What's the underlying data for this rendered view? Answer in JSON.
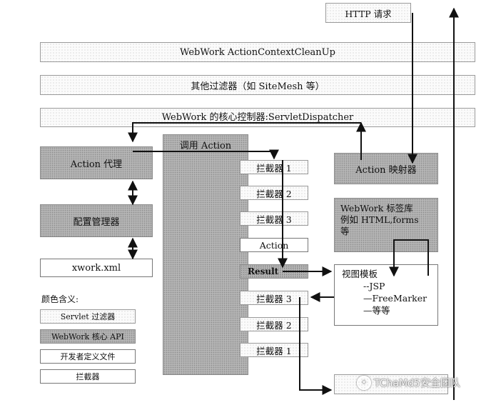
{
  "http_request": "HTTP 请求",
  "layers": {
    "cleanup": "WebWork ActionContextCleanUp",
    "other_filters": "其他过滤器（如 SiteMesh 等）",
    "dispatcher": "WebWork 的核心控制器:ServletDispatcher"
  },
  "left": {
    "action_proxy": "Action 代理",
    "config_manager": "配置管理器",
    "xwork_xml": "xwork.xml"
  },
  "invoke_action": "调用 Action",
  "stack": {
    "in": [
      "拦截器 1",
      "拦截器 2",
      "拦截器 3"
    ],
    "action": "Action",
    "result": "Result",
    "out": [
      "拦截器 3",
      "拦截器 2",
      "拦截器 1"
    ]
  },
  "right": {
    "action_mapper": "Action 映射器",
    "tag_library_lines": [
      "WebWork 标签库",
      "例如 HTML,forms",
      "等"
    ],
    "view_template_title": "视图模板",
    "view_template_items": [
      "--JSP",
      "—FreeMarker",
      "—等等"
    ]
  },
  "legend": {
    "title": "颜色含义:",
    "items": [
      "Servlet 过滤器",
      "WebWork 核心 API",
      "开发者定义文件",
      "拦截器"
    ]
  },
  "watermark": "TChaMd5安全团队",
  "colors": {
    "core_api_fill": "#b5b5b5",
    "filter_fill": "#fbfbfb",
    "line": "#111111"
  }
}
